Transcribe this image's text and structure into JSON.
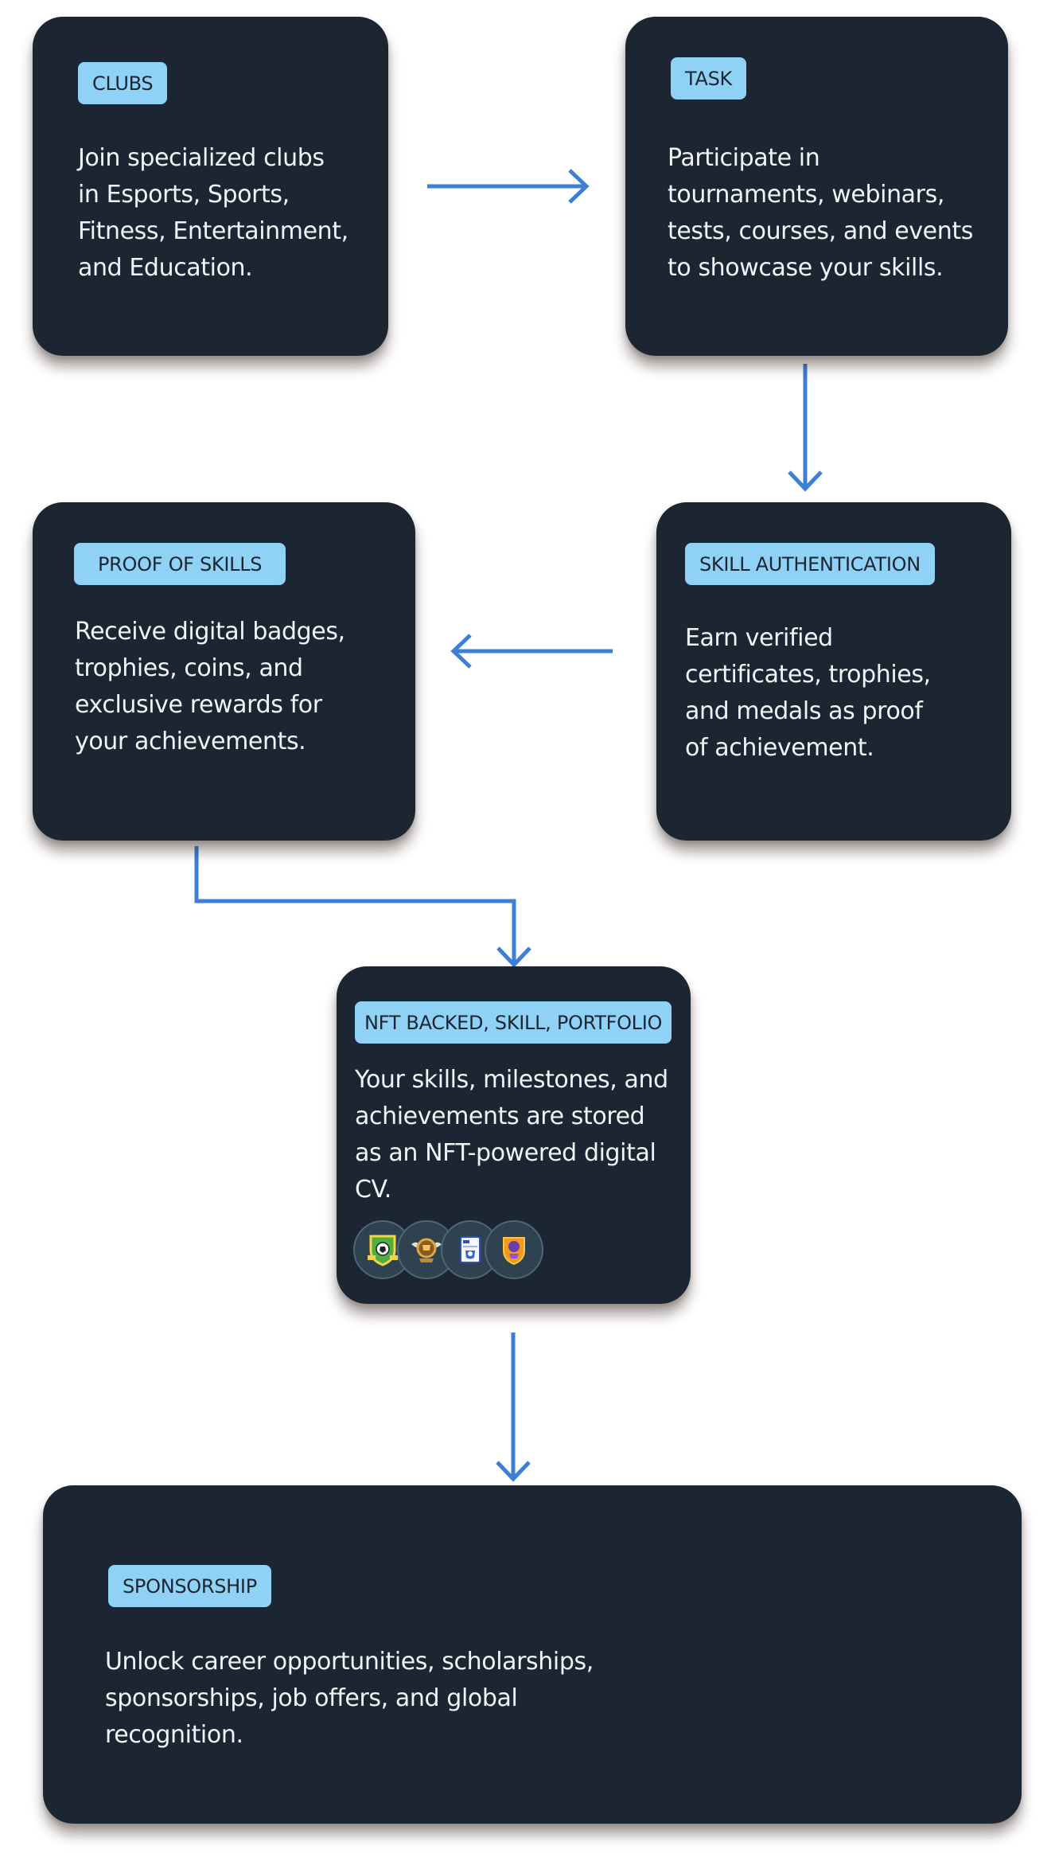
{
  "steps": {
    "clubs": {
      "badge": "CLUBS",
      "lines": [
        "Join specialized clubs",
        "in Esports, Sports,",
        "Fitness, Entertainment,",
        "and Education."
      ]
    },
    "task": {
      "badge": "TASK",
      "lines": [
        "Participate in",
        "tournaments, webinars,",
        "tests, courses, and events",
        "to showcase your skills."
      ]
    },
    "skill_authentication": {
      "badge": "SKILL AUTHENTICATION",
      "lines": [
        "Earn verified",
        "certificates, trophies,",
        "and medals as proof",
        "of achievement."
      ]
    },
    "proof_of_skills": {
      "badge": "PROOF OF SKILLS",
      "lines": [
        "Receive digital badges,",
        "trophies, coins, and",
        "exclusive rewards for",
        "your achievements."
      ]
    },
    "nft_portfolio": {
      "badge": "NFT BACKED, SKILL, PORTFOLIO",
      "lines": [
        "Your skills, milestones, and",
        "achievements are stored",
        "as an NFT-powered digital",
        "CV."
      ],
      "medals": [
        "shield-football-icon",
        "winged-trophy-icon",
        "certificate-card-icon",
        "crest-shield-icon"
      ]
    },
    "sponsorship": {
      "badge": "SPONSORSHIP",
      "lines": [
        "Unlock career opportunities, scholarships,",
        "sponsorships, job offers, and global",
        "recognition."
      ]
    }
  },
  "colors": {
    "card_background": "#1b2632",
    "badge_background": "#90d1f6",
    "arrow": "#3b7fd6",
    "text": "#f1f4f6"
  }
}
